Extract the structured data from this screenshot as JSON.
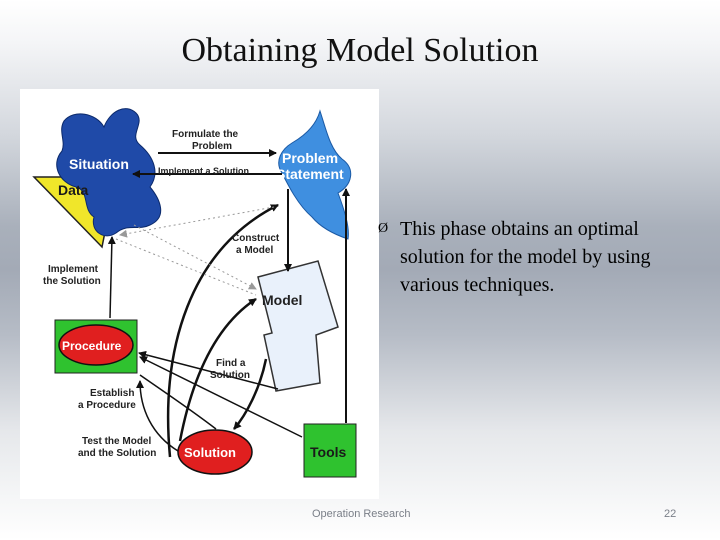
{
  "slide": {
    "title": "Obtaining Model Solution",
    "bullet_marker": "Ø",
    "bullet_text": "This phase obtains an optimal solution for the model by using various techniques.",
    "footer": "Operation Research",
    "page_number": "22"
  },
  "diagram": {
    "nodes": {
      "situation": "Situation",
      "data": "Data",
      "problem_line1": "Problem",
      "problem_line2": "Statement",
      "model": "Model",
      "procedure": "Procedure",
      "solution": "Solution",
      "tools": "Tools"
    },
    "edges": {
      "formulate_line1": "Formulate the",
      "formulate_line2": "Problem",
      "implement_solution": "Implement a Solution",
      "construct_line1": "Construct",
      "construct_line2": "a Model",
      "implement_line1": "Implement",
      "implement_line2": "the Solution",
      "find_line1": "Find a",
      "find_line2": "Solution",
      "establish_line1": "Establish",
      "establish_line2": "a Procedure",
      "test_line1": "Test the Model",
      "test_line2": "and the Solution"
    }
  }
}
